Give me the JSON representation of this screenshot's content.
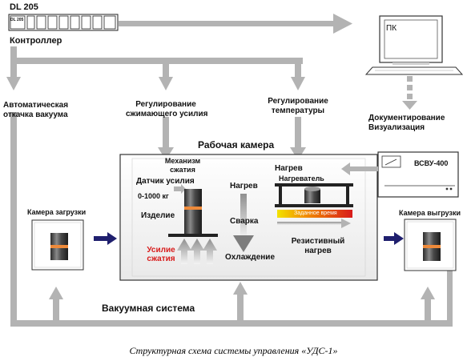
{
  "controller": {
    "model": "DL 205",
    "module_tag": "DL 205",
    "label": "Контроллер"
  },
  "pc": {
    "label": "ПК"
  },
  "control": {
    "vacuum_pump": "Автоматическая\nоткачка вакуума",
    "force": "Регулирование\nсжимающего усилия",
    "temperature": "Регулирование\nтемпературы",
    "docs": "Документирование\nВизуализация"
  },
  "chamber": {
    "title": "Рабочая камера",
    "mechanism": "Механизм\nсжатия",
    "sensor": "Датчик усилия",
    "range": "0-1000 кг",
    "workpiece": "Изделие",
    "force_label": "Усилие\nсжатия",
    "heating": "Нагрев",
    "welding": "Сварка",
    "cooling": "Охлаждение",
    "heating_top": "Нагрев",
    "heater": "Нагреватель",
    "set_time": "Заданное время",
    "resistive": "Резистивный\nнагрев"
  },
  "power_unit": {
    "label": "ВСВУ-400"
  },
  "load_chamber": "Камера загрузки",
  "unload_chamber": "Камера выгрузки",
  "vacuum_system": "Вакуумная система",
  "caption": "Структурная схема системы управления «УДС-1»",
  "colors": {
    "arrow_gray": "#b3b3b3",
    "navy_arrow": "#1f1f6e",
    "orange_band": "#ee8a3a",
    "force_red": "#d81b1b"
  }
}
